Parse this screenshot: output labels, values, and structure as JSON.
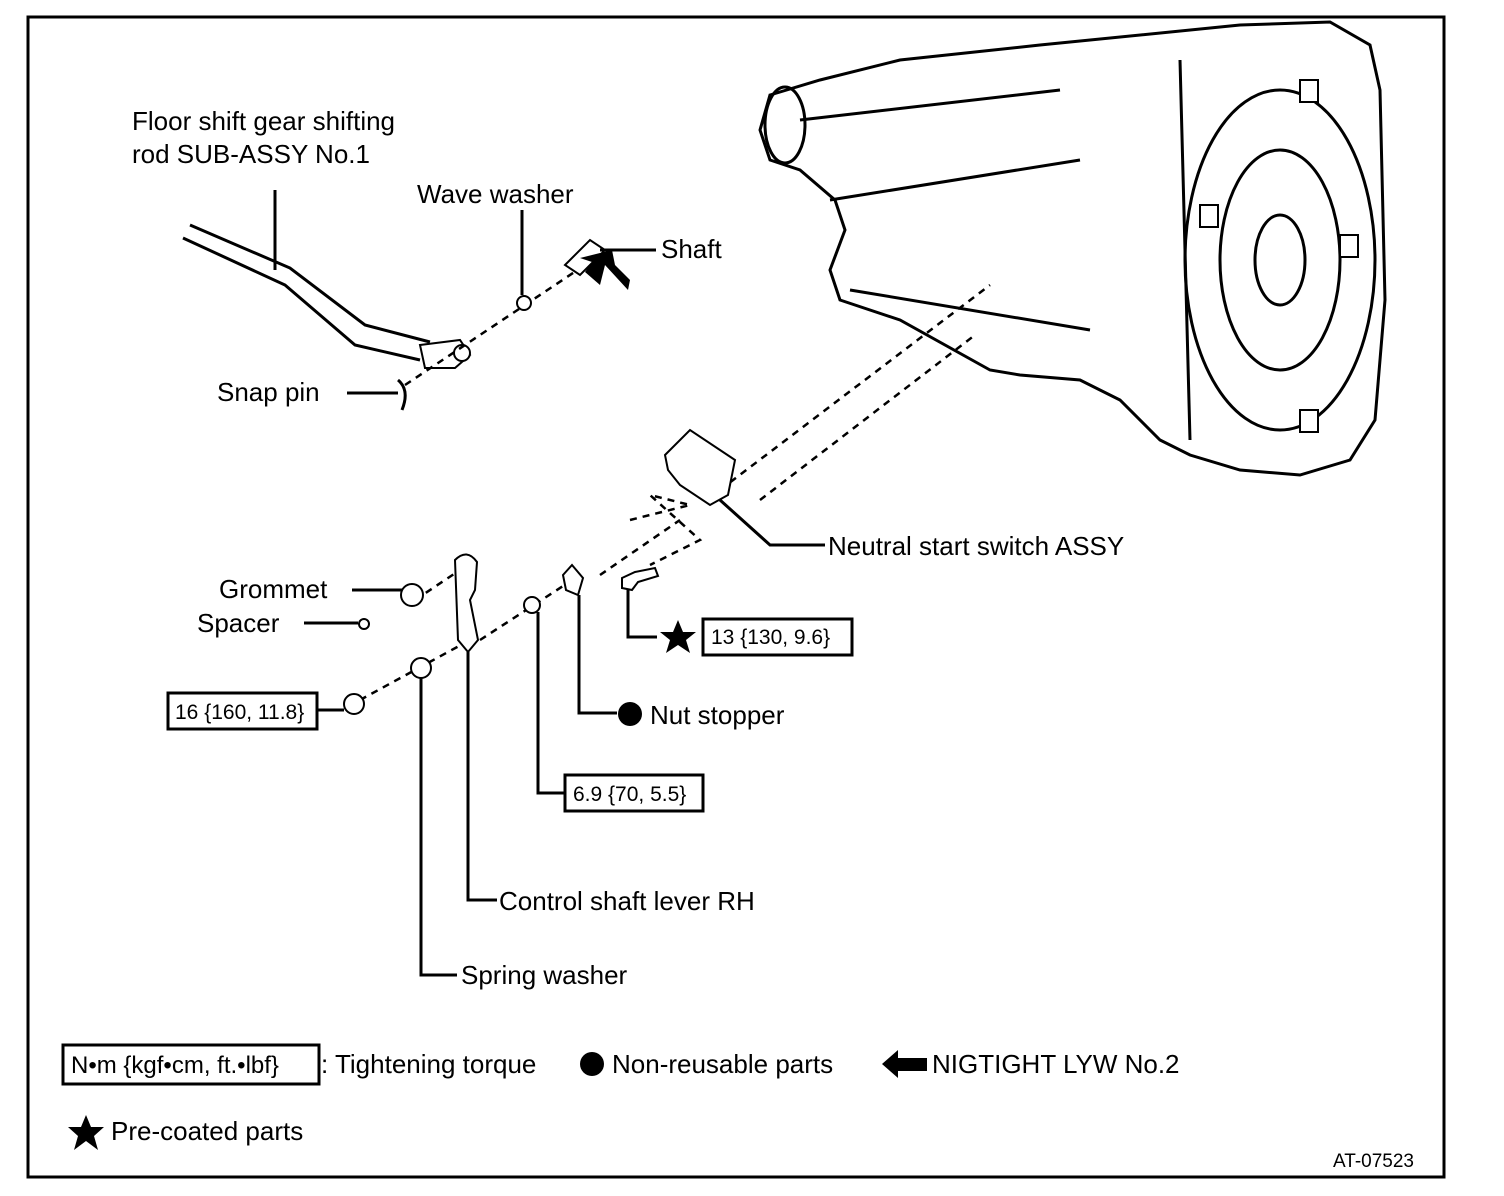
{
  "labels": {
    "rod_line1": "Floor shift gear shifting",
    "rod_line2": "rod SUB-ASSY No.1",
    "wave_washer": "Wave washer",
    "shaft": "Shaft",
    "snap_pin": "Snap pin",
    "neutral_switch": "Neutral start switch ASSY",
    "grommet": "Grommet",
    "spacer": "Spacer",
    "nut_stopper": "Nut stopper",
    "control_lever": "Control shaft lever RH",
    "spring_washer": "Spring washer"
  },
  "torques": {
    "bolt": "13 {130, 9.6}",
    "nut": "16 {160, 11.8}",
    "lever_nut": "6.9 {70, 5.5}"
  },
  "legend": {
    "torque_unit": "N•m {kgf•cm, ft.•lbf}",
    "torque_text": ": Tightening torque",
    "non_reusable": "Non-reusable parts",
    "nigtight": "NIGTIGHT LYW No.2",
    "precoated": "Pre-coated parts"
  },
  "figure_id": "AT-07523",
  "icons": [
    "star-icon",
    "filled-circle-icon",
    "arrow-left-icon"
  ]
}
